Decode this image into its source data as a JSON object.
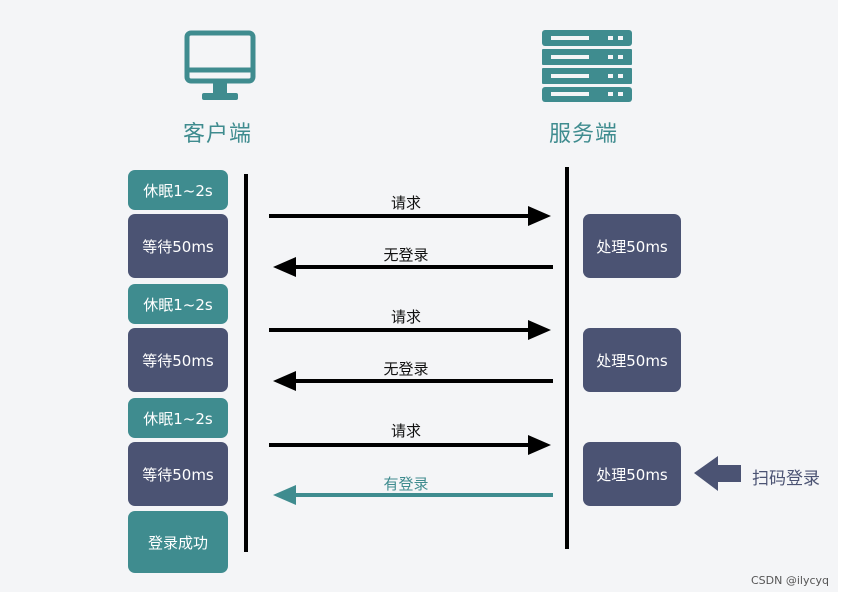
{
  "client_title": "客户端",
  "server_title": "服务端",
  "client_boxes": [
    "休眠1~2s",
    "等待50ms",
    "休眠1~2s",
    "等待50ms",
    "休眠1~2s",
    "等待50ms",
    "登录成功"
  ],
  "server_boxes": [
    "处理50ms",
    "处理50ms",
    "处理50ms"
  ],
  "arrow_labels": [
    "请求",
    "无登录",
    "请求",
    "无登录",
    "请求",
    "有登录"
  ],
  "scan_label": "扫码登录",
  "credit": "CSDN @ilycyq",
  "colors": {
    "teal": "#3f8c8f",
    "navy": "#4b5373",
    "background": "#f4f5f7"
  },
  "icons": {
    "client": "monitor-icon",
    "server": "server-rack-icon"
  }
}
